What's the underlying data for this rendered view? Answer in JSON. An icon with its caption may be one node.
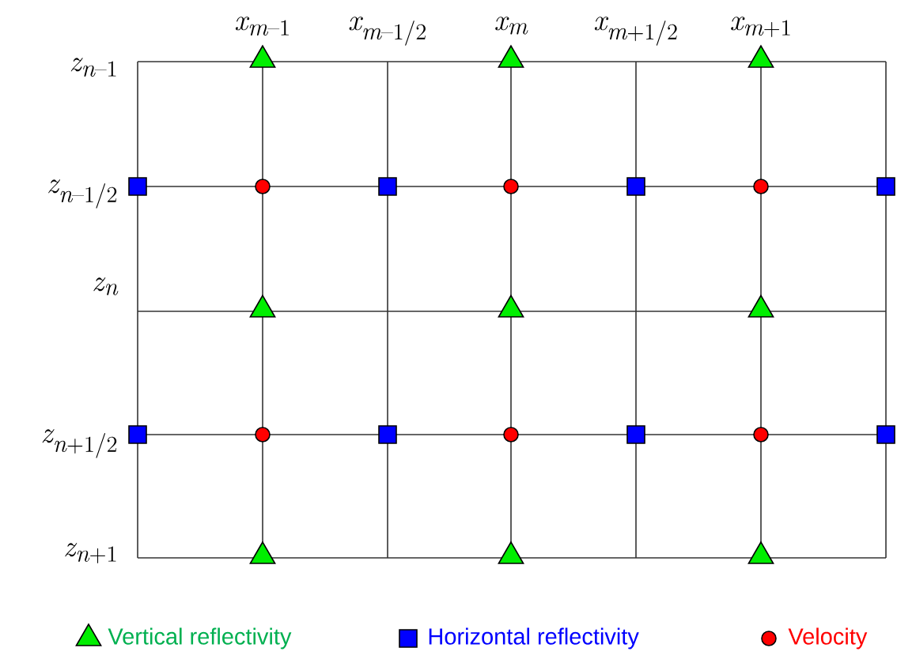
{
  "diagram": {
    "labels": [
      "x_{m-1}",
      "x_{m-1/2}",
      "x_{m}",
      "x_{m+1/2}",
      "x_{m+1}",
      "z_{n-1}",
      "z_{n-1/2}",
      "z_{n}",
      "z_{n+1/2}",
      "z_{n+1}"
    ],
    "legend": [
      {
        "text": "Vertical reflectivity"
      },
      {
        "text": "Horizontal reflectivity"
      },
      {
        "text": "Velocity"
      }
    ]
  }
}
